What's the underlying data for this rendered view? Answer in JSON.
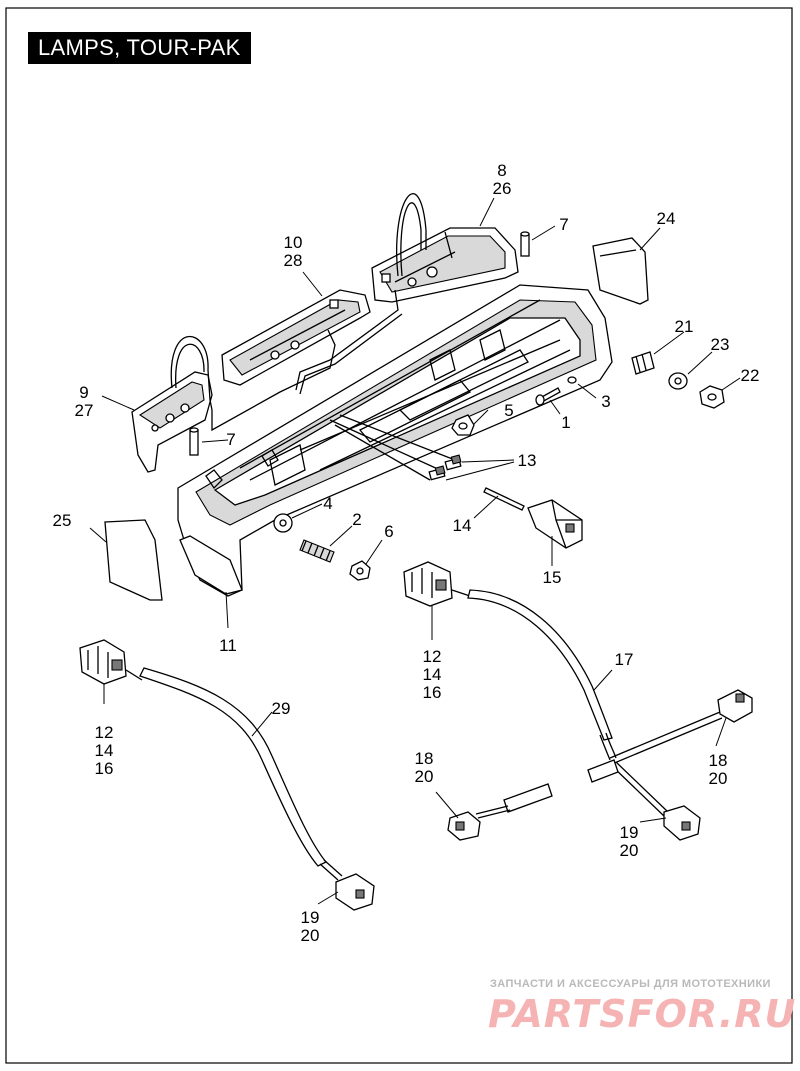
{
  "header": {
    "title": "LAMPS, TOUR-PAK"
  },
  "callouts": [
    {
      "id": "c-8-26",
      "text": "8\n26"
    },
    {
      "id": "c-7-top",
      "text": "7"
    },
    {
      "id": "c-24",
      "text": "24"
    },
    {
      "id": "c-10-28",
      "text": "10\n28"
    },
    {
      "id": "c-21",
      "text": "21"
    },
    {
      "id": "c-23",
      "text": "23"
    },
    {
      "id": "c-22",
      "text": "22"
    },
    {
      "id": "c-9-27",
      "text": "9\n27"
    },
    {
      "id": "c-3",
      "text": "3"
    },
    {
      "id": "c-5",
      "text": "5"
    },
    {
      "id": "c-1",
      "text": "1"
    },
    {
      "id": "c-7-left",
      "text": "7"
    },
    {
      "id": "c-13",
      "text": "13"
    },
    {
      "id": "c-4",
      "text": "4"
    },
    {
      "id": "c-2",
      "text": "2"
    },
    {
      "id": "c-25",
      "text": "25"
    },
    {
      "id": "c-6",
      "text": "6"
    },
    {
      "id": "c-14",
      "text": "14"
    },
    {
      "id": "c-15",
      "text": "15"
    },
    {
      "id": "c-11",
      "text": "11"
    },
    {
      "id": "c-17",
      "text": "17"
    },
    {
      "id": "c-12-14-16-right",
      "text": "12\n14\n16"
    },
    {
      "id": "c-29",
      "text": "29"
    },
    {
      "id": "c-12-14-16-left",
      "text": "12\n14\n16"
    },
    {
      "id": "c-18-20-right",
      "text": "18\n20"
    },
    {
      "id": "c-18-20-left",
      "text": "18\n20"
    },
    {
      "id": "c-19-20-right",
      "text": "19\n20"
    },
    {
      "id": "c-19-20-left",
      "text": "19\n20"
    }
  ],
  "watermark": {
    "tagline": "ЗАПЧАСТИ И АКСЕССУАРЫ ДЛЯ МОТОТЕХНИКИ",
    "brand": "PARTSFOR.RU"
  }
}
